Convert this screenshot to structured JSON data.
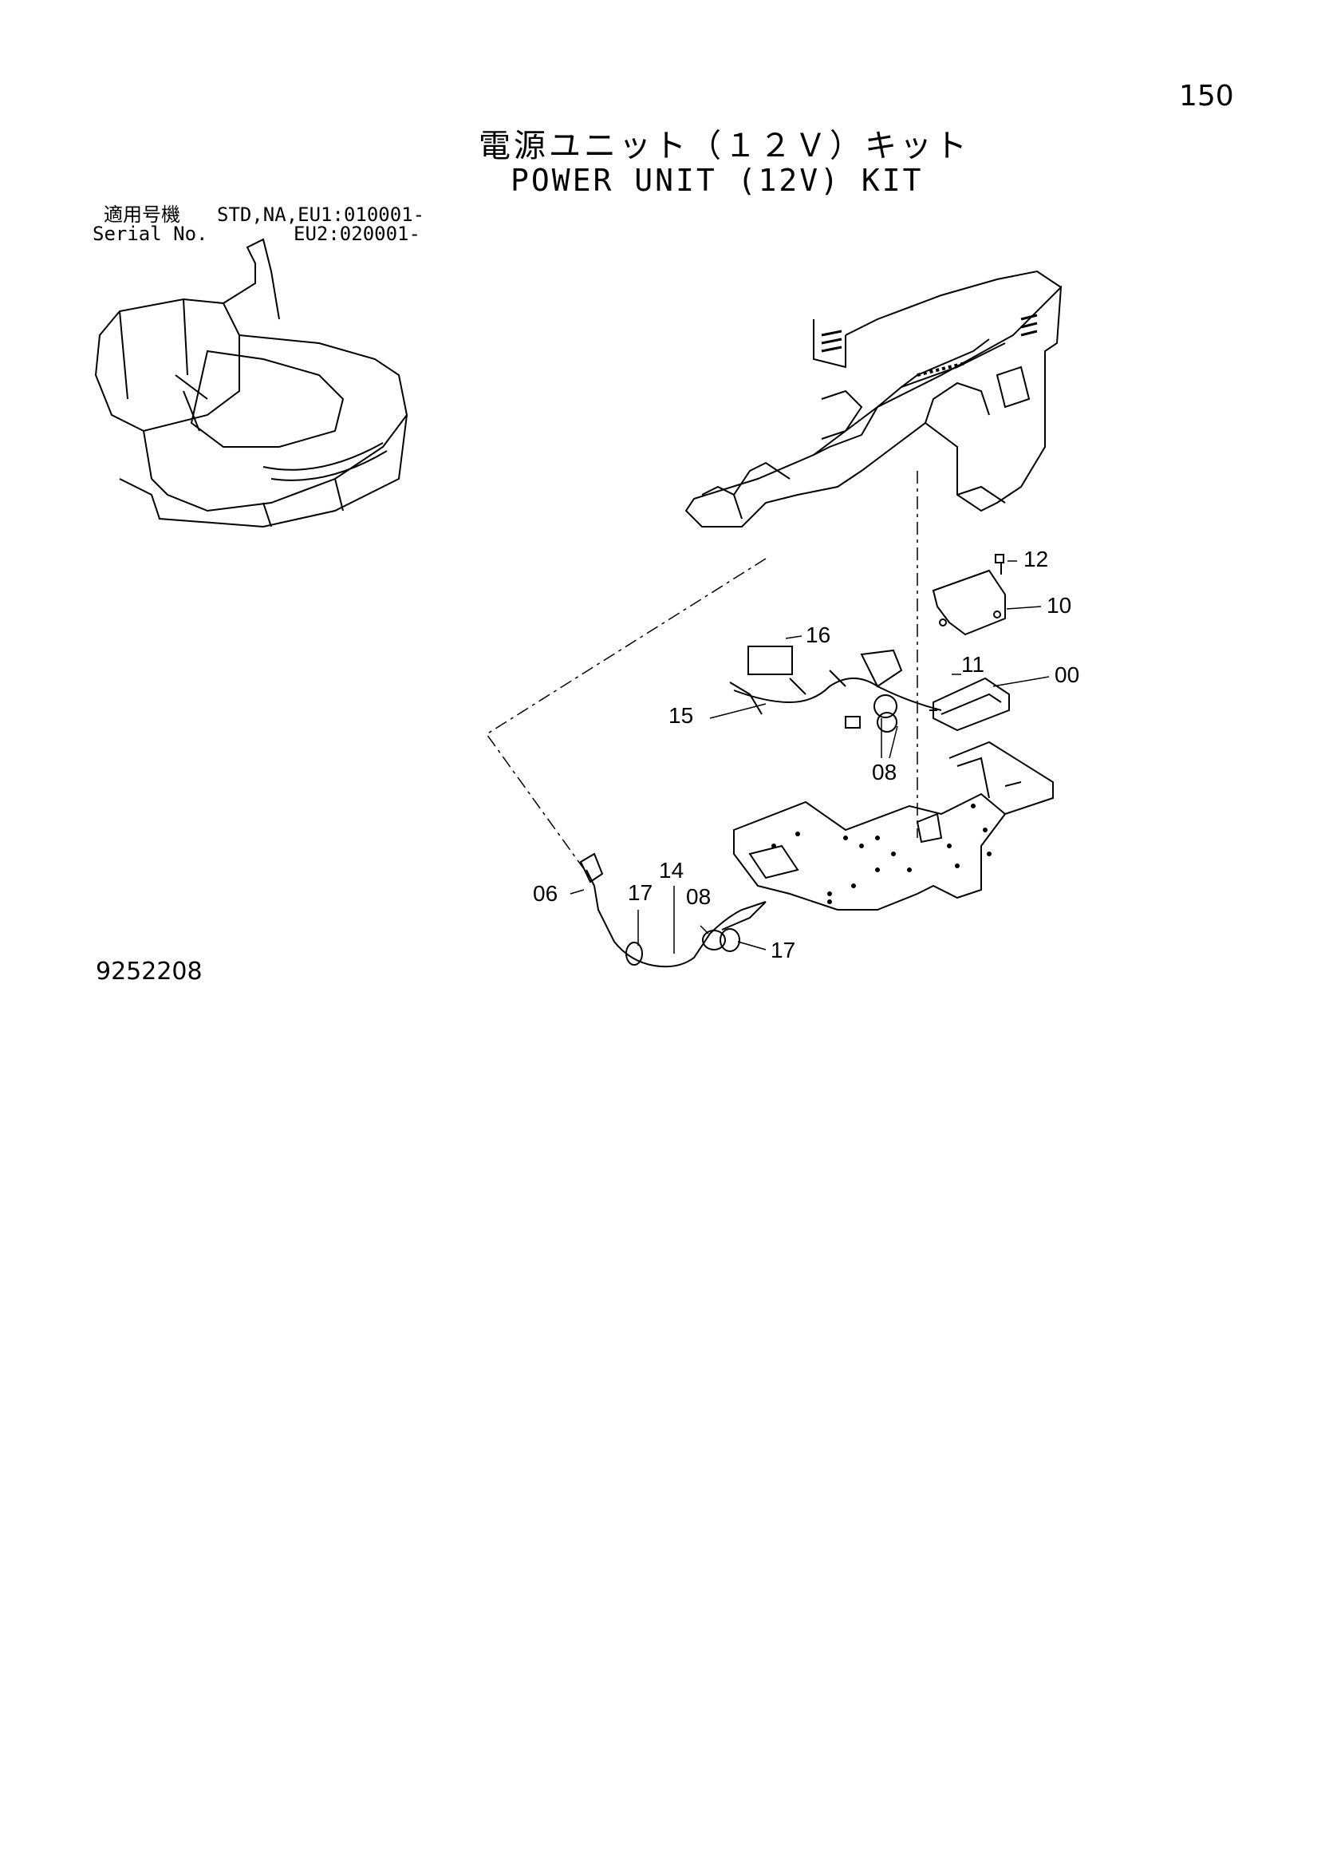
{
  "page": {
    "page_number": "150",
    "title_ja": "電源ユニット（１２Ｖ）キット",
    "title_en": "POWER UNIT (12V) KIT",
    "serial_label_ja": "適用号機",
    "serial_label_en": "Serial No.",
    "serial_value_1": "STD,NA,EU1:010001-",
    "serial_value_2": "EU2:020001-",
    "drawing_number": "9252208"
  },
  "callouts": {
    "c12": "12",
    "c10": "10",
    "c16": "16",
    "c11": "11",
    "c00": "00",
    "c15": "15",
    "c08a": "08",
    "c06": "06",
    "c14": "14",
    "c17a": "17",
    "c08b": "08",
    "c17b": "17"
  }
}
